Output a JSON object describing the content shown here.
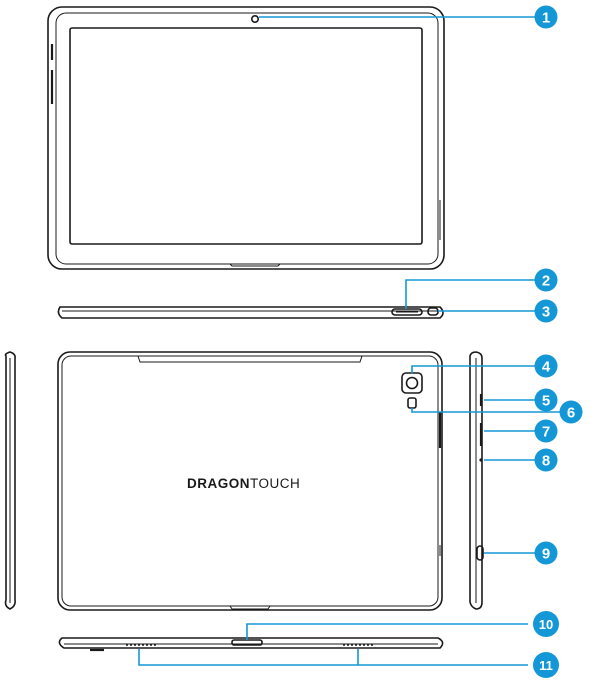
{
  "logo": {
    "brand_bold": "DRAGON",
    "brand_light": "TOUCH"
  },
  "callouts": [
    "1",
    "2",
    "3",
    "4",
    "5",
    "6",
    "7",
    "8",
    "9",
    "10",
    "11"
  ],
  "colors": {
    "accent": "#1497d6",
    "outline": "#1a1a1a"
  }
}
